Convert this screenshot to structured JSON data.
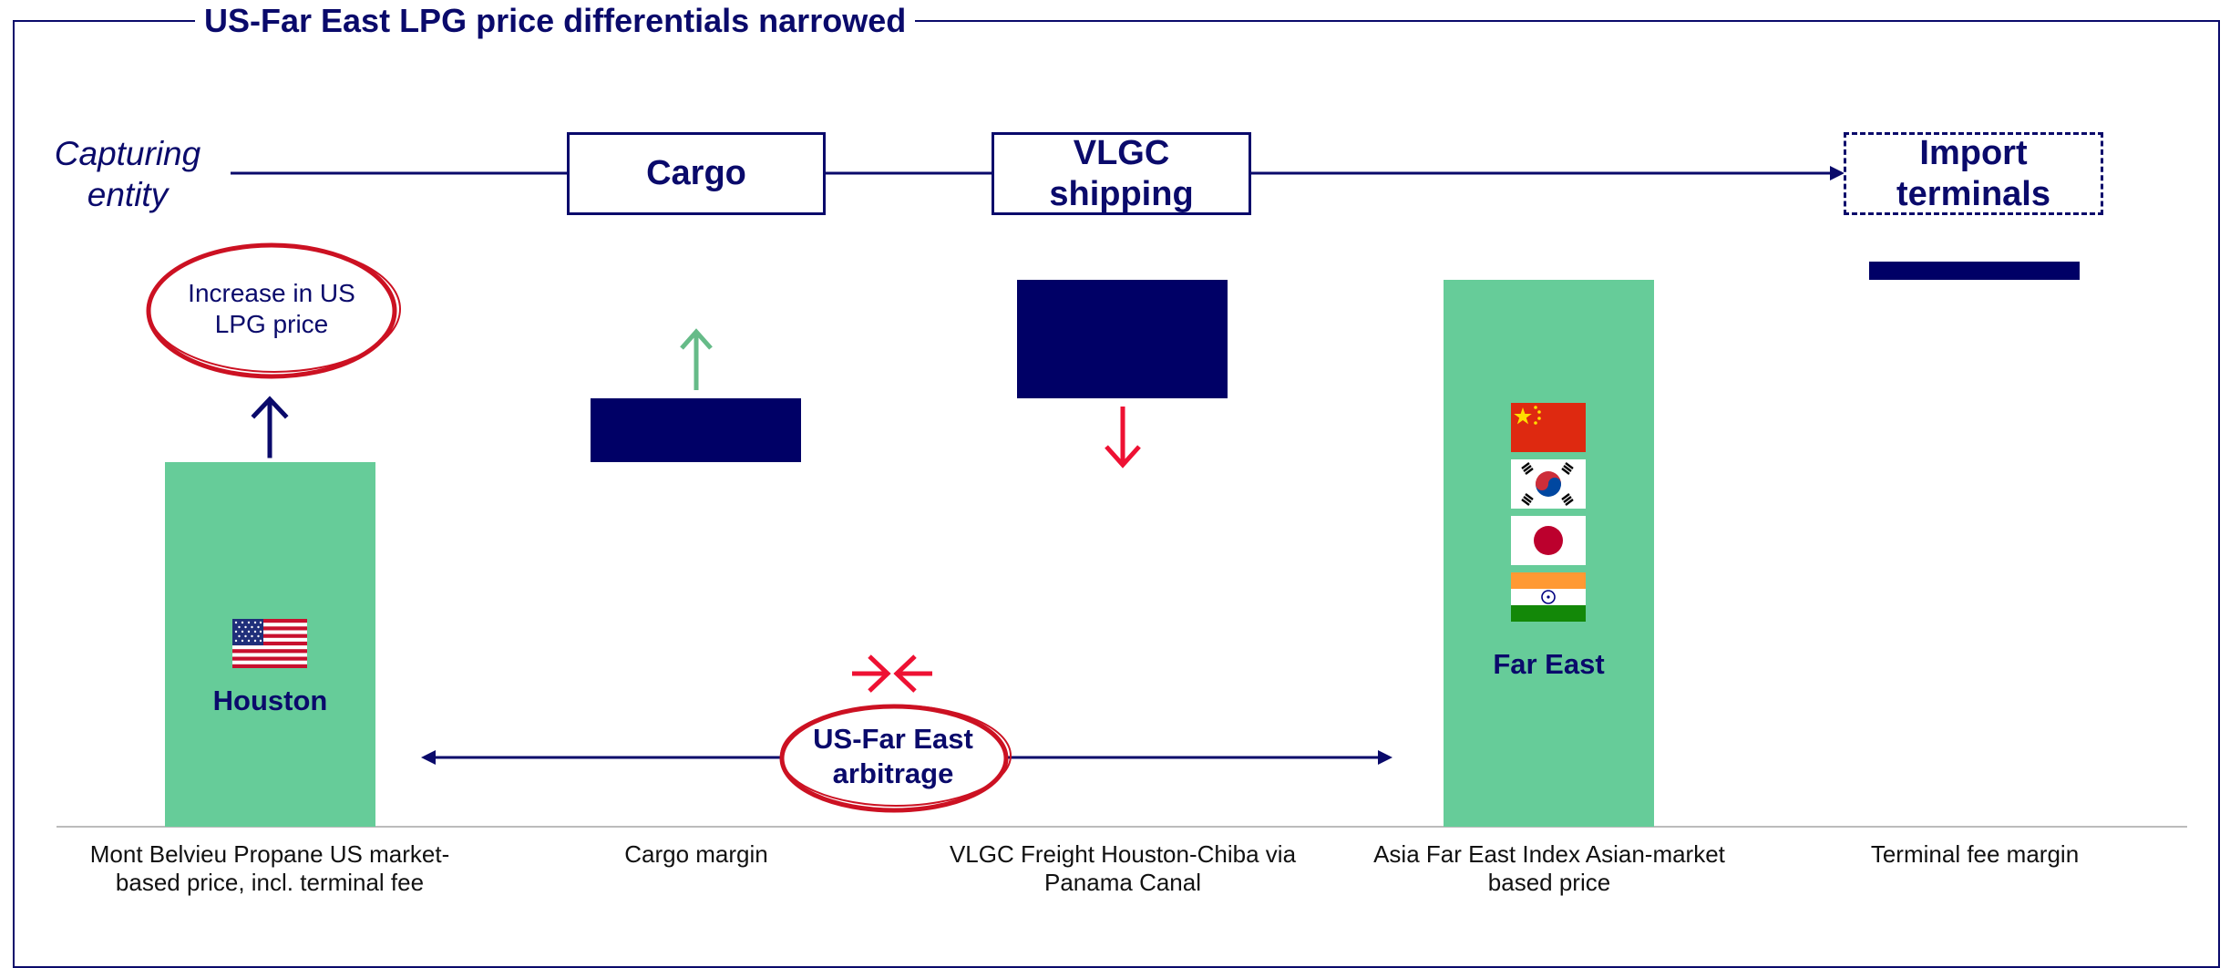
{
  "title": "US-Far East LPG price differentials narrowed",
  "capturing_entity": "Capturing entity",
  "entities": {
    "cargo": "Cargo",
    "vlgc": "VLGC shipping",
    "import": "Import terminals"
  },
  "bars": {
    "houston": "Houston",
    "far_east": "Far East"
  },
  "callouts": {
    "us_price": "Increase in US LPG price",
    "arbitrage": "US-Far East arbitrage"
  },
  "categories": [
    "Mont Belvieu Propane US market-based price, incl. terminal fee",
    "Cargo margin",
    "VLGC Freight Houston-Chiba via Panama Canal",
    "Asia Far East Index Asian-market based price",
    "Terminal fee margin"
  ],
  "colors": {
    "navy": "#000066",
    "text_navy": "#0a0a6b",
    "green": "#66cc99",
    "green_arrow": "#66bb88",
    "red": "#ee1133",
    "ellipse_red": "#cc1122"
  },
  "icons": [
    "us-flag-icon",
    "china-flag-icon",
    "korea-flag-icon",
    "japan-flag-icon",
    "india-flag-icon"
  ]
}
